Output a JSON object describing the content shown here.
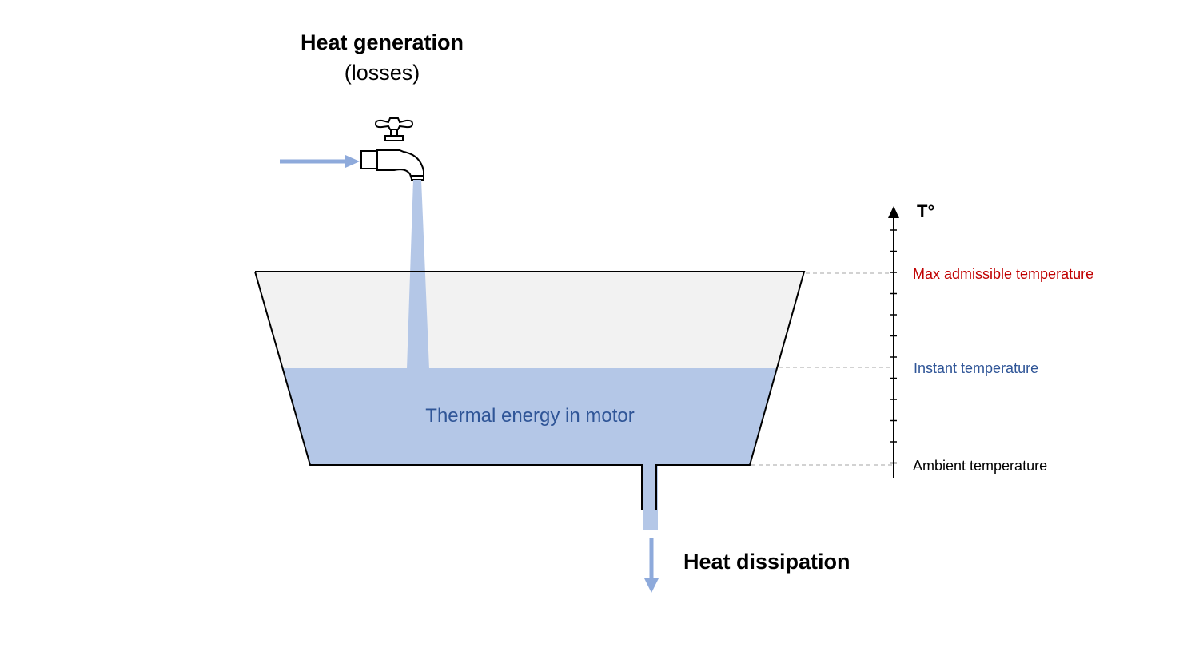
{
  "labels": {
    "heat_generation": "Heat generation",
    "losses": "(losses)",
    "heat_dissipation": "Heat dissipation",
    "thermal_energy": "Thermal energy in motor",
    "axis_label": "T°",
    "max_temp": "Max admissible temperature",
    "instant_temp": "Instant temperature",
    "ambient_temp": "Ambient temperature"
  },
  "colors": {
    "flow": "#8eaadb",
    "water": "#b4c7e7",
    "tank_empty": "#f2f2f2",
    "outline": "#000000",
    "thermal_text": "#2f5597",
    "max_temp": "#c00000",
    "instant_temp": "#2f5597",
    "ambient_temp": "#000000",
    "guide": "#a6a6a6"
  },
  "icons": {
    "faucet": "faucet-icon",
    "inflow_arrow": "arrow-right-icon",
    "outflow_arrow": "arrow-down-icon",
    "axis_arrow": "arrow-up-icon"
  },
  "temperature_scale": {
    "min_label": "ambient_temp",
    "level_label": "instant_temp",
    "max_label": "max_temp",
    "fill_fraction": 0.5
  }
}
